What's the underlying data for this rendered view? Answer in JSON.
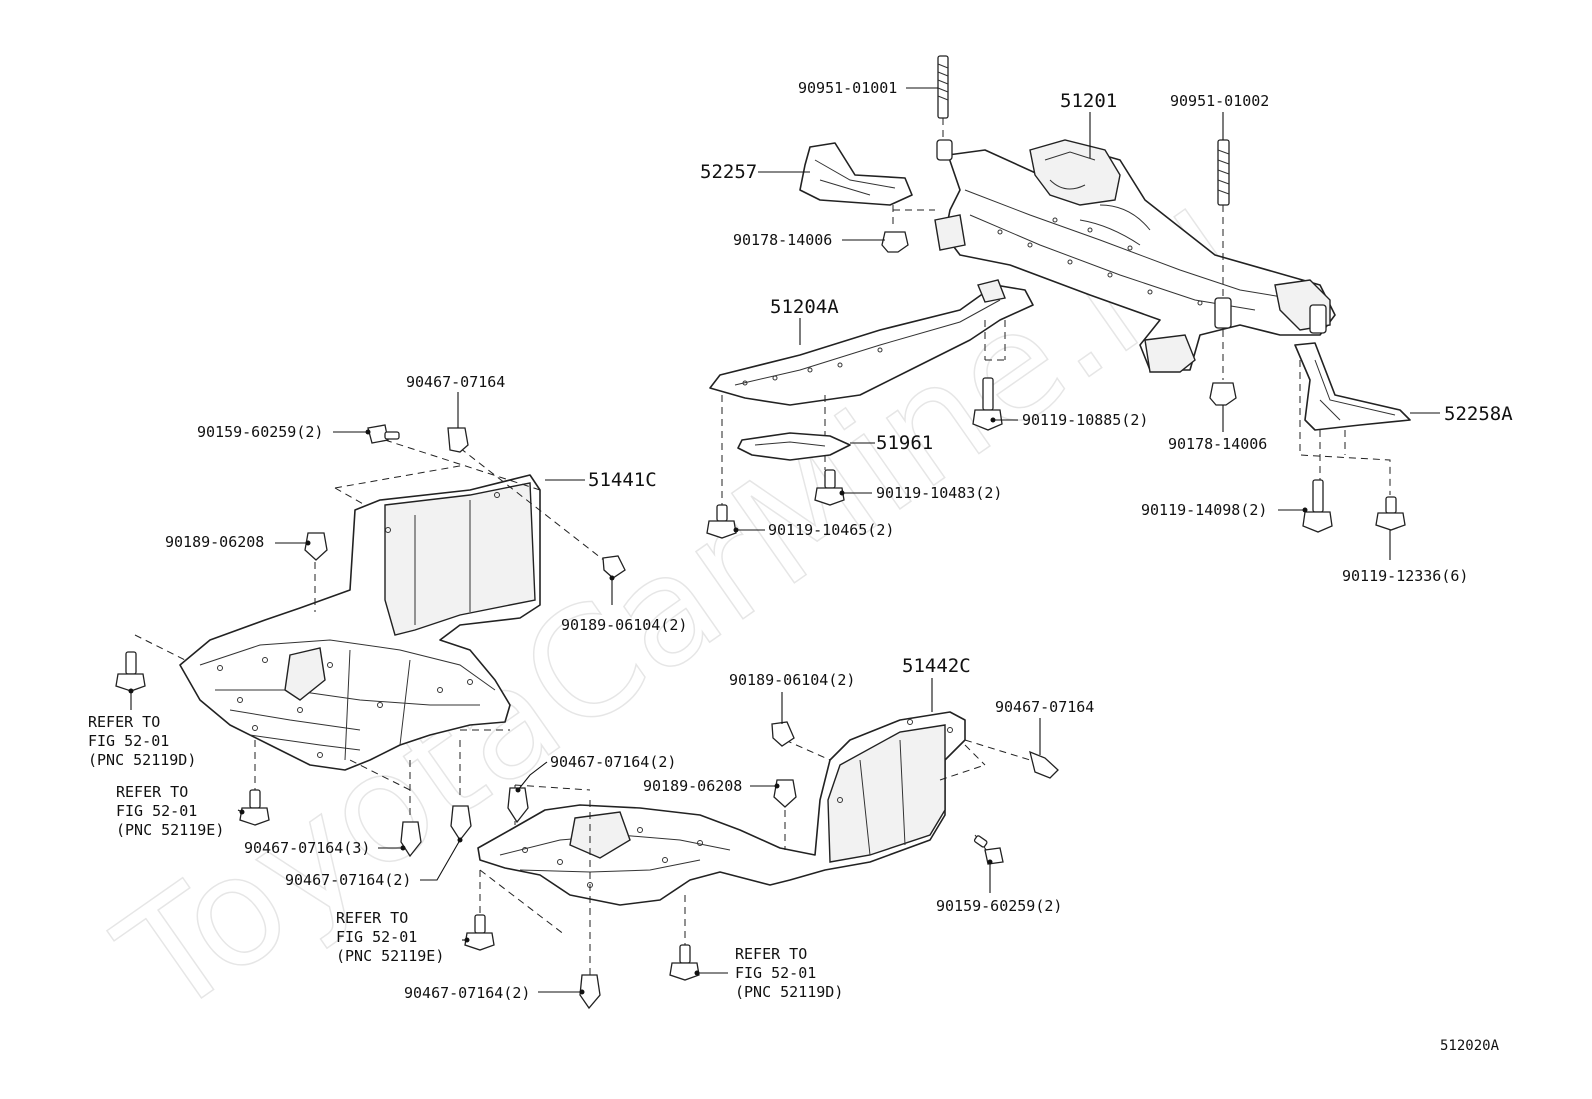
{
  "diagram": {
    "watermark": "ToyotaCarMine.ru",
    "figure_code": "512020A",
    "labels": {
      "p90951_01001": "90951-01001",
      "p51201": "51201",
      "p90951_01002": "90951-01002",
      "p52257": "52257",
      "p90178_14006_a": "90178-14006",
      "p51204A": "51204A",
      "p90119_10885": "90119-10885(2)",
      "p52258A": "52258A",
      "p90178_14006_b": "90178-14006",
      "p51961": "51961",
      "p90119_10483": "90119-10483(2)",
      "p90119_10465": "90119-10465(2)",
      "p90119_14098": "90119-14098(2)",
      "p90119_12336": "90119-12336(6)",
      "p90467_07164_a": "90467-07164",
      "p90159_60259_a": "90159-60259(2)",
      "p51441C": "51441C",
      "p90189_06208_a": "90189-06208",
      "p90189_06104_a": "90189-06104(2)",
      "ref1_l1": "REFER TO",
      "ref1_l2": "FIG 52-01",
      "ref1_l3": "(PNC 52119D)",
      "ref2_l1": "REFER TO",
      "ref2_l2": "FIG 52-01",
      "ref2_l3": "(PNC 52119E)",
      "p90467_07164_3": "90467-07164(3)",
      "p90467_07164_2a": "90467-07164(2)",
      "p90467_07164_2b": "90467-07164(2)",
      "p90189_06104_b": "90189-06104(2)",
      "p51442C": "51442C",
      "p90467_07164_b": "90467-07164",
      "p90189_06208_b": "90189-06208",
      "p90159_60259_b": "90159-60259(2)",
      "ref3_l1": "REFER TO",
      "ref3_l2": "FIG 52-01",
      "ref3_l3": "(PNC 52119E)",
      "ref4_l1": "REFER TO",
      "ref4_l2": "FIG 52-01",
      "ref4_l3": "(PNC 52119D)",
      "p90467_07164_2c": "90467-07164(2)"
    }
  }
}
